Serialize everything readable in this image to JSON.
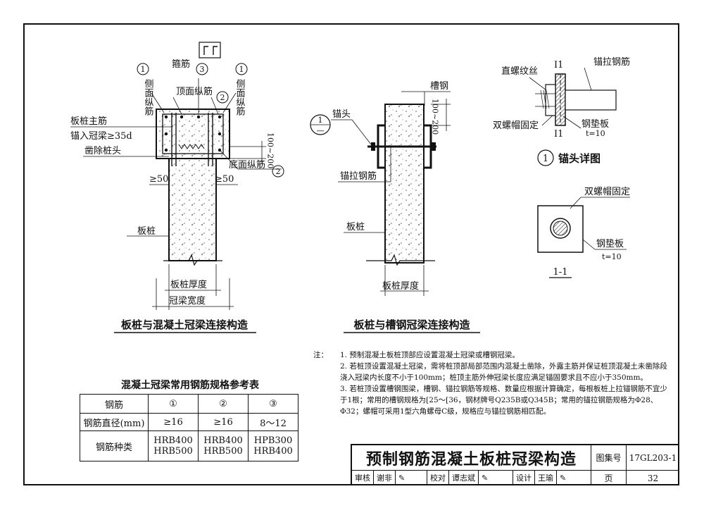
{
  "drawing1": {
    "title": "板桩与混凝土冠梁连接构造",
    "labels": {
      "side_rebar": "侧面纵筋",
      "circle1": "1",
      "stirrup": "箍筋",
      "circle3": "3",
      "top_rebar": "顶面纵筋",
      "circle2": "2",
      "pile_main_rebar": "板桩主筋",
      "anchor_len": "锚入冠梁≥35d",
      "chisel_head": "凿除桩头",
      "dim_100_200": "100~200",
      "bottom_rebar": "底面纵筋",
      "ge50_left": "≥50",
      "ge50_right": "≥50",
      "sheet_pile": "板桩",
      "pile_thickness": "板桩厚度",
      "beam_width": "冠梁宽度"
    }
  },
  "drawing2": {
    "title": "板桩与槽钢冠梁连接构造",
    "labels": {
      "channel_steel": "槽钢",
      "detail_ref_top": "1",
      "detail_ref_bottom": "—",
      "anchor_head": "锚头",
      "dim_100_200": "100~200",
      "tie_rebar": "锚拉钢筋",
      "sheet_pile": "板桩",
      "pile_thickness": "板桩厚度"
    }
  },
  "detail": {
    "section_mark": "I1",
    "straight_thread": "直螺纹丝",
    "tie_rebar": "锚拉钢筋",
    "double_nut": "双螺帽固定",
    "steel_pad": "钢垫板",
    "t10": "t=10",
    "title_num": "1",
    "title": "锚头详图",
    "section_double_nut": "双螺帽固定",
    "section_steel_pad": "钢垫板",
    "section_t10": "t=10",
    "section_title": "1-1"
  },
  "notes": {
    "head": "注：",
    "items": [
      "1. 预制混凝土板桩顶部应设置混凝土冠梁或槽钢冠梁。",
      "2. 若桩顶设置混凝土冠梁，需将桩顶部局部范围内混凝土凿除，外露主筋并保证桩顶混凝土未凿除段浇入冠梁内长度不小于100mm；桩顶主筋外伸冠梁长度应满足锚固要求且不应小于350mm。",
      "3. 若桩顶设置槽钢围梁，槽钢、锚拉钢筋等规格、数量应根据计算确定，每根板桩上拉锚钢筋不宜少于1根；常用的槽钢规格为[25～[36，钢材牌号Q235B或Q345B；常用的锚拉钢筋规格为Φ28、Φ32；螺帽可采用1型六角螺母C级，规格应与锚拉钢筋相匹配。"
    ]
  },
  "table": {
    "title": "混凝土冠梁常用钢筋规格参考表",
    "header": [
      "钢筋",
      "①",
      "②",
      "③"
    ],
    "rows": [
      [
        "钢筋直径(mm)",
        "≥16",
        "≥16",
        "8～12"
      ],
      [
        "钢筋种类",
        "HRB400\nHRB500",
        "HRB400\nHRB500",
        "HPB300\nHRB400"
      ]
    ]
  },
  "title_block": {
    "main_title": "预制钢筋混凝土板桩冠梁构造",
    "atlas_label": "图集号",
    "atlas_no": "17GL203-1",
    "review_label": "审核",
    "reviewer": "谢非",
    "check_label": "校对",
    "checker": "谭志斌",
    "design_label": "设计",
    "designer": "王瑜",
    "page_label": "页",
    "page_no": "32"
  }
}
